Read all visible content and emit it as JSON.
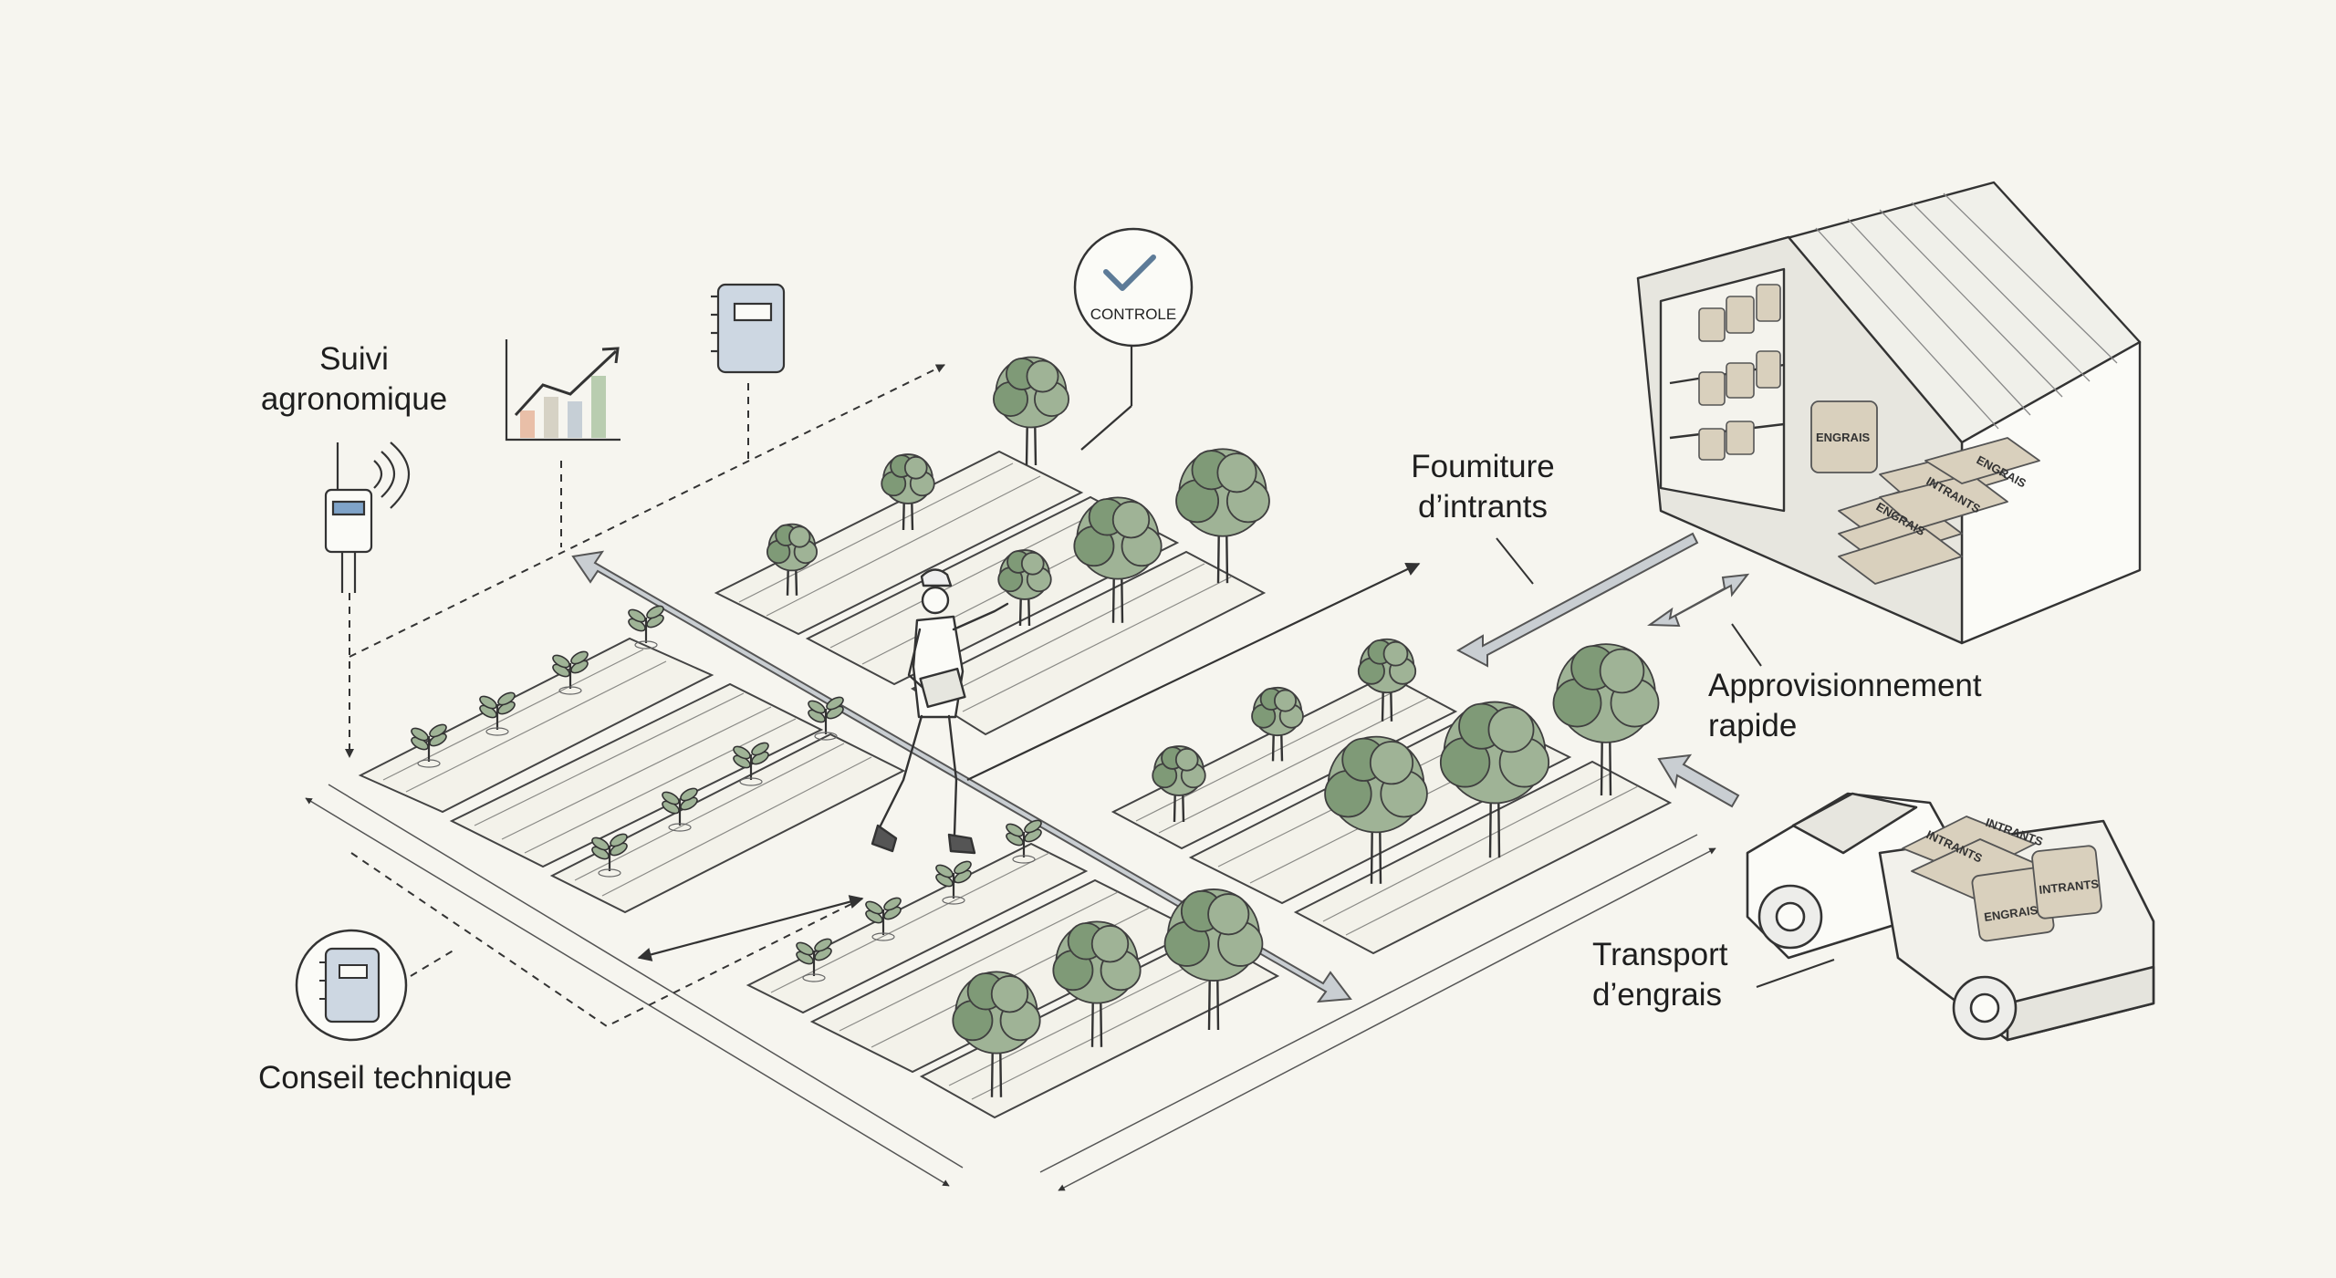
{
  "labels": {
    "suivi_agronomique": [
      "Suivi",
      "agronomique"
    ],
    "fourniture_intrants": [
      "Foumiture",
      "d’intrants"
    ],
    "approvisionnement_rapide": [
      "Approvisionnement",
      "rapide"
    ],
    "transport_engrais": [
      "Transport",
      "d’engrais"
    ],
    "conseil_technique": "Conseil technique"
  },
  "badges": {
    "controle": "CONTROLE"
  },
  "bag_labels": {
    "engrais": "ENGRAIS",
    "intrants": "INTRANTS"
  },
  "colors": {
    "background": "#f6f5ef",
    "line": "#3a3a3a",
    "foliage": "#9fb396",
    "foliage_dark": "#7f9a77",
    "arrow_fill": "#c9ced2",
    "bag_fill": "#d9d0bd",
    "device_blue": "#7fa3c8"
  },
  "icons": [
    "antenna-sensor-icon",
    "bar-chart-icon",
    "notebook-icon",
    "checkmark-icon",
    "warehouse-icon",
    "pickup-truck-icon",
    "farmer-icon"
  ]
}
